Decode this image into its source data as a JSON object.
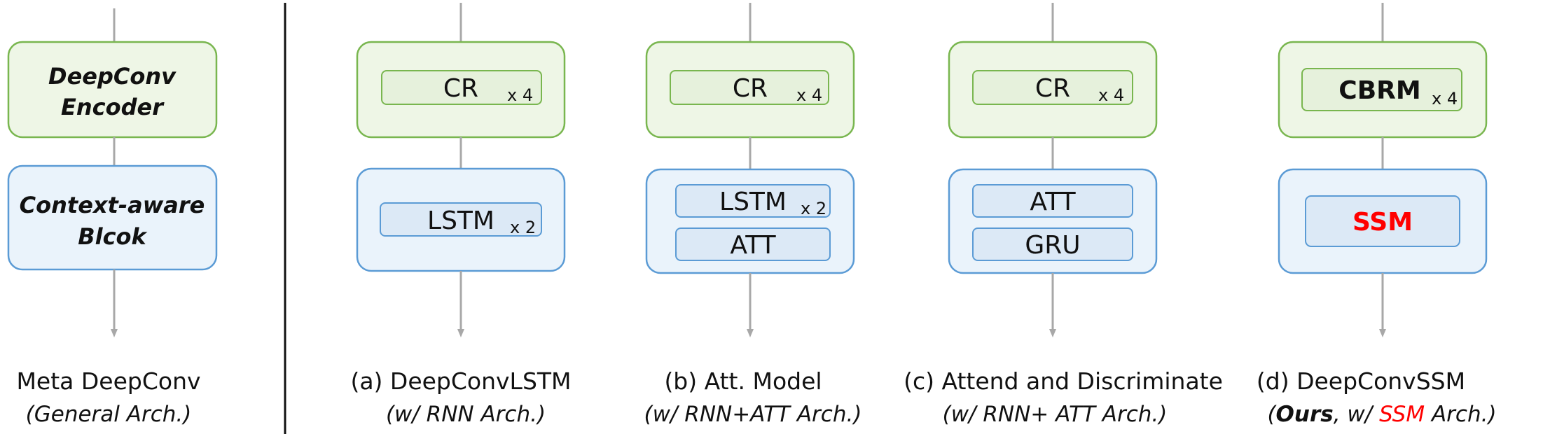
{
  "meta": {
    "encoder_line1": "DeepConv",
    "encoder_line2": "Encoder",
    "context_line1": "Context-aware",
    "context_line2": "Blcok",
    "caption": "Meta DeepConv",
    "subcaption": "(General Arch.)"
  },
  "colors": {
    "encoder_fill": "#eef6e6",
    "encoder_border": "#79b64f",
    "context_fill": "#eaf3fb",
    "context_border": "#5b9bd5",
    "highlight": "#ff0000",
    "arrow": "#a8a8a8"
  },
  "panel_a": {
    "encoder_module": "CR",
    "encoder_mult": "x 4",
    "context_module": "LSTM",
    "context_mult": "x 2",
    "caption": "(a) DeepConvLSTM",
    "subcaption": "(w/ RNN Arch.)"
  },
  "panel_b": {
    "encoder_module": "CR",
    "encoder_mult": "x 4",
    "context_module_1": "LSTM",
    "context_mult_1": "x 2",
    "context_module_2": "ATT",
    "caption": "(b) Att. Model",
    "subcaption": "(w/ RNN+ATT Arch.)"
  },
  "panel_c": {
    "encoder_module": "CR",
    "encoder_mult": "x 4",
    "context_module_1": "ATT",
    "context_module_2": "GRU",
    "caption": "(c) Attend and Discriminate",
    "subcaption": "(w/ RNN+ ATT Arch.)"
  },
  "panel_d": {
    "encoder_module": "CBRM",
    "encoder_mult": "x 4",
    "context_module": "SSM",
    "caption": "(d) DeepConvSSM",
    "sub_open": "(",
    "sub_ours": "Ours",
    "sub_mid": ", w/ ",
    "sub_ssm": "SSM",
    "sub_end": " Arch.)"
  }
}
